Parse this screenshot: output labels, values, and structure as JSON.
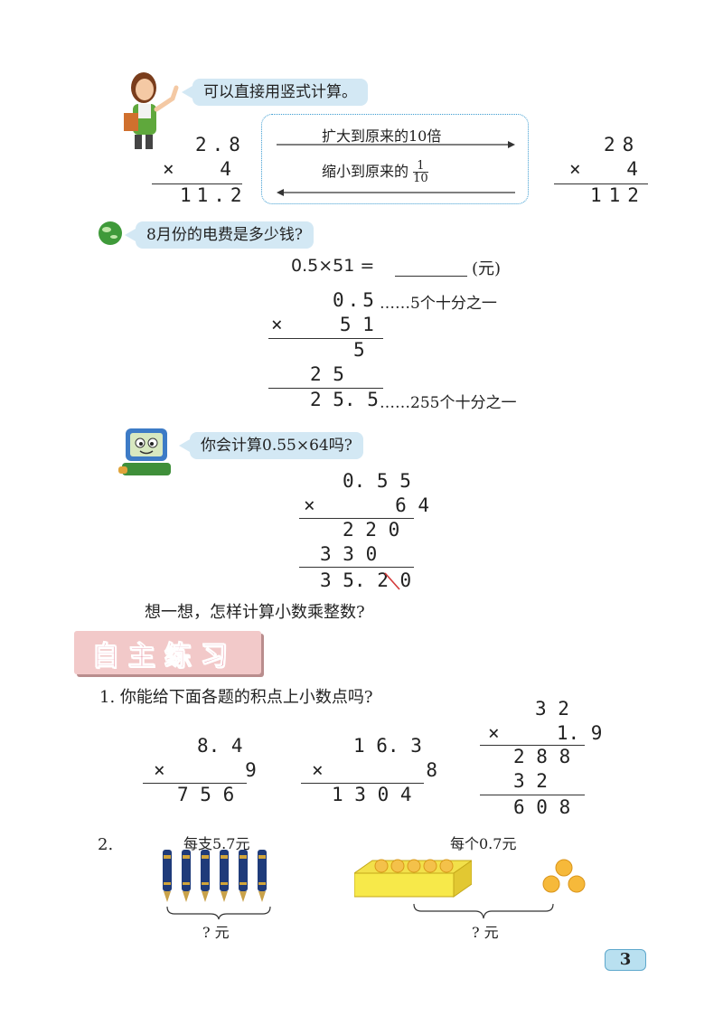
{
  "top": {
    "teacher_bubble": "可以直接用竖式计算。",
    "left_calc": {
      "line1": "2.8",
      "line2": "×    4",
      "result": "11.2"
    },
    "arrow_top_label": "扩大到原来的10倍",
    "arrow_bottom_label_prefix": "缩小到原来的",
    "arrow_bottom_frac_num": "1",
    "arrow_bottom_frac_den": "10",
    "right_calc": {
      "line1": "28",
      "line2": "×    4",
      "result": "112"
    }
  },
  "question": {
    "bubble": "8月份的电费是多少钱?",
    "equation": "0.5×51 =",
    "unit": "(元)",
    "calc": {
      "l1": "0.5",
      "l1_note": "……5个十分之一",
      "l2": "×     5 1",
      "l3": "5",
      "l4": "2 5",
      "l5": "2 5. 5",
      "l5_note": "……255个十分之一"
    }
  },
  "computer": {
    "bubble": "你会计算0.55×64吗?",
    "calc": {
      "l1": "0. 5 5",
      "l2": "×       6 4",
      "l3": "2 2 0",
      "l4": "3 3 0",
      "l5": "3 5. 2 0"
    },
    "think": "想一想，怎样计算小数乘整数?"
  },
  "exercise": {
    "header": "自主练习",
    "q1": "1. 你能给下面各题的积点上小数点吗?",
    "p1": {
      "l1": "8. 4",
      "l2": "×       9",
      "l3": "7 5 6"
    },
    "p2": {
      "l1": "1 6. 3",
      "l2": "×         8",
      "l3": "1 3 0 4"
    },
    "p3": {
      "l1": "3 2",
      "l2": "×     1. 9",
      "l3": "2 8 8",
      "l4": "3 2",
      "l5": "6 0 8"
    },
    "q2": "2.",
    "pens_label": "每支5.7元",
    "pens_answer": "? 元",
    "balls_label": "每个0.7元",
    "balls_answer": "? 元"
  },
  "page_number": "3",
  "colors": {
    "bubble": "#d3e8f4",
    "header_bg": "#f2c9c9",
    "header_text": "#d43a5a",
    "page_badge": "#b9e0f0"
  }
}
